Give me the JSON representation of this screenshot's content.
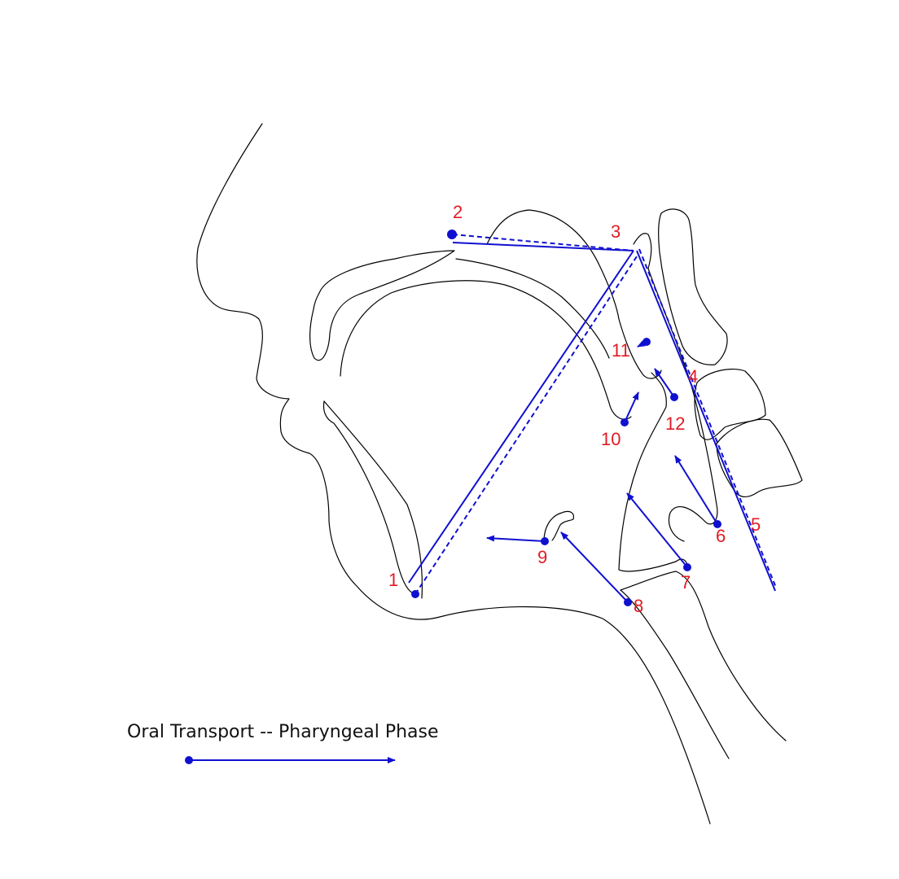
{
  "colors": {
    "vector": "#1010d0",
    "label": "#e01c24",
    "outline": "#000000",
    "background": "#ffffff"
  },
  "legend": {
    "label": "Oral Transport -- Pharyngeal Phase"
  },
  "landmarks": [
    {
      "id": "1",
      "label": "1"
    },
    {
      "id": "2",
      "label": "2"
    },
    {
      "id": "3",
      "label": "3"
    },
    {
      "id": "4",
      "label": "4"
    },
    {
      "id": "5",
      "label": "5"
    },
    {
      "id": "6",
      "label": "6"
    },
    {
      "id": "7",
      "label": "7"
    },
    {
      "id": "8",
      "label": "8"
    },
    {
      "id": "9",
      "label": "9"
    },
    {
      "id": "10",
      "label": "10"
    },
    {
      "id": "11",
      "label": "11"
    },
    {
      "id": "12",
      "label": "12"
    }
  ]
}
